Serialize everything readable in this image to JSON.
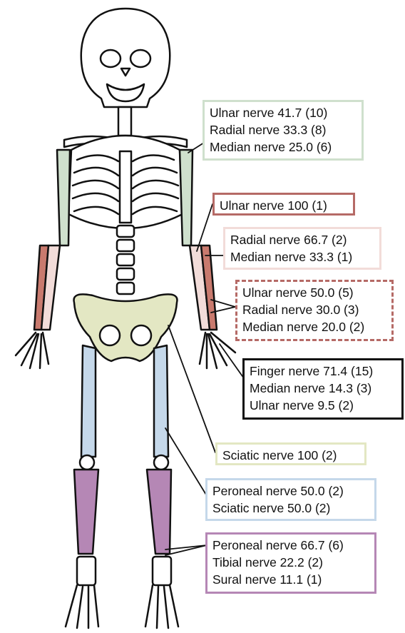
{
  "colors": {
    "upper_arm": "#cfe0cd",
    "forearm": "#c97a6e",
    "forearm_light": "#f2dcd9",
    "hand": "#111111",
    "pelvis": "#e3e7c3",
    "femur": "#c5d8ea",
    "tibia": "#b587b5",
    "bone": "#ffffff",
    "outline": "#111111"
  },
  "labels": {
    "upper_arm": [
      "Ulnar nerve 41.7 (10)",
      "Radial nerve 33.3 (8)",
      "Median nerve 25.0 (6)"
    ],
    "forearm_ulna": [
      "Ulnar nerve 100 (1)"
    ],
    "forearm_radius": [
      "Radial nerve 66.7 (2)",
      "Median nerve 33.3 (1)"
    ],
    "forearm_both": [
      "Ulnar nerve 50.0 (5)",
      "Radial nerve 30.0 (3)",
      "Median nerve 20.0 (2)"
    ],
    "hand": [
      "Finger nerve 71.4 (15)",
      "Median nerve 14.3 (3)",
      "Ulnar nerve 9.5 (2)"
    ],
    "pelvis": [
      "Sciatic nerve 100 (2)"
    ],
    "femur": [
      "Peroneal nerve 50.0 (2)",
      "Sciatic nerve 50.0 (2)"
    ],
    "tibia": [
      "Peroneal nerve 66.7 (6)",
      "Tibial nerve 22.2 (2)",
      "Sural nerve 11.1 (1)"
    ]
  }
}
